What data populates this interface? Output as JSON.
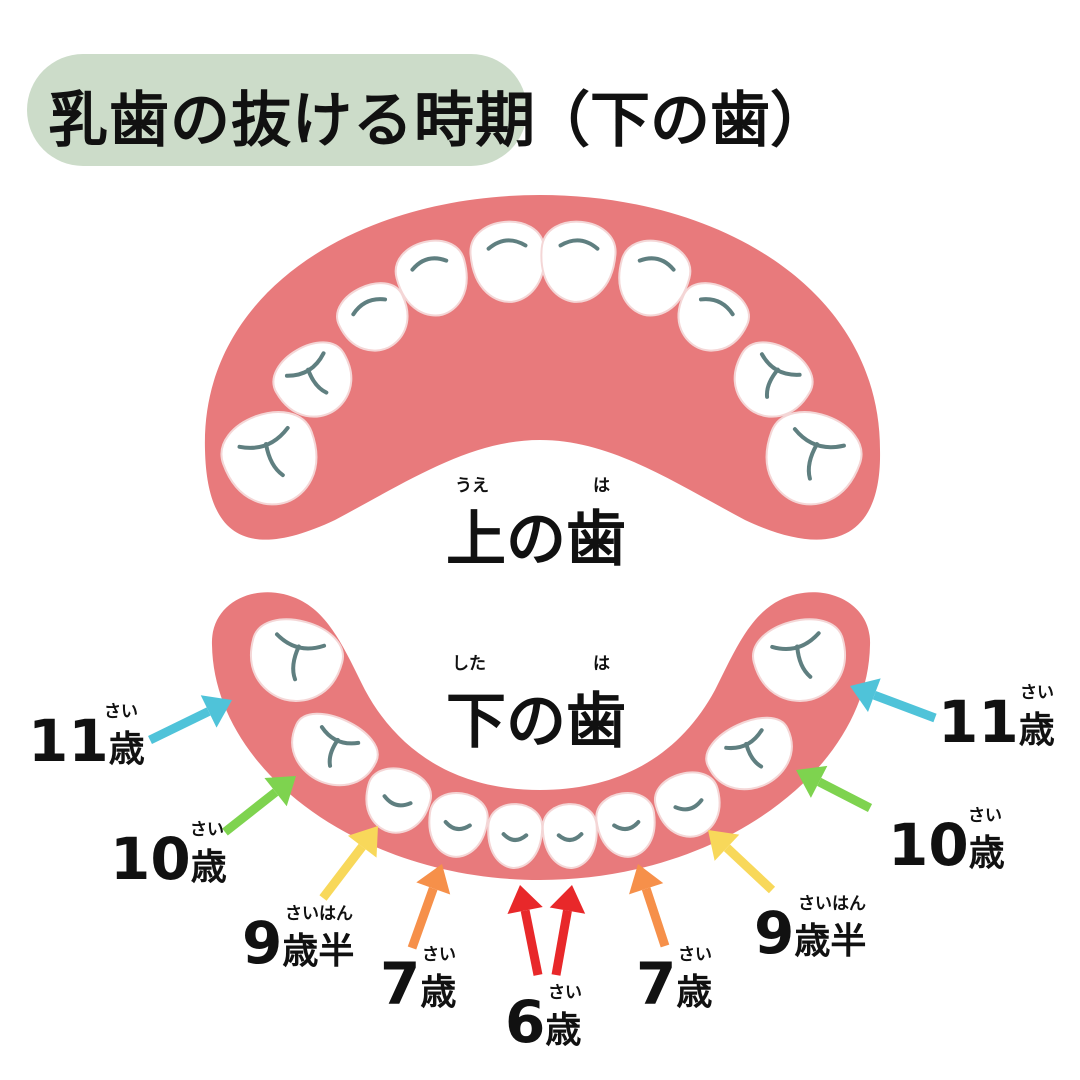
{
  "title": {
    "main": "乳歯の抜ける時期",
    "sub": "（下の歯）"
  },
  "upper_label": {
    "text": "上の歯",
    "ruby_1": "うえ",
    "ruby_2": "は"
  },
  "lower_label": {
    "text": "下の歯",
    "ruby_1": "した",
    "ruby_2": "は"
  },
  "ages": {
    "left_11": {
      "num": "11",
      "unit": "歳",
      "ruby": "さい"
    },
    "right_11": {
      "num": "11",
      "unit": "歳",
      "ruby": "さい"
    },
    "left_10": {
      "num": "10",
      "unit": "歳",
      "ruby": "さい"
    },
    "right_10": {
      "num": "10",
      "unit": "歳",
      "ruby": "さい"
    },
    "left_9": {
      "num": "9",
      "unit": "歳半",
      "ruby": "さいはん"
    },
    "right_9": {
      "num": "9",
      "unit": "歳半",
      "ruby": "さいはん"
    },
    "left_7": {
      "num": "7",
      "unit": "歳",
      "ruby": "さい"
    },
    "right_7": {
      "num": "7",
      "unit": "歳",
      "ruby": "さい"
    },
    "center_6": {
      "num": "6",
      "unit": "歳",
      "ruby": "さい"
    }
  },
  "colors": {
    "gum": "#e87a7c",
    "tooth": "#ffffff",
    "tooth_mark": "#5f7f80",
    "title_bg": "#ccdcc9",
    "arrow_11": "#4fc3d9",
    "arrow_10": "#7ed34f",
    "arrow_9": "#f8d85a",
    "arrow_7": "#f6904a",
    "arrow_6": "#e8282a"
  }
}
